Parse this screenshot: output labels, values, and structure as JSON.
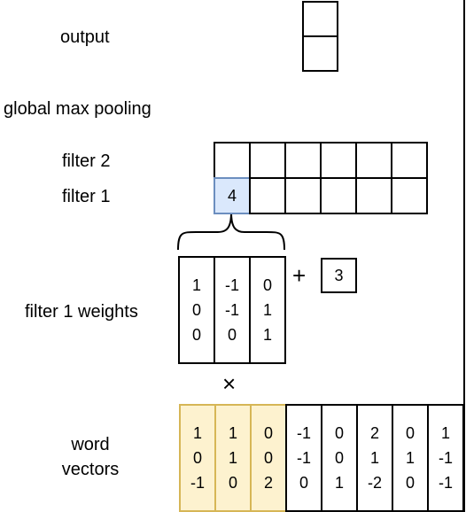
{
  "labels": {
    "output": "output",
    "global_max_pooling": "global max pooling",
    "filter2": "filter 2",
    "filter1": "filter 1",
    "filter1_weights": "filter 1 weights",
    "word_vectors_line1": "word",
    "word_vectors_line2": "vectors"
  },
  "filter1_first_value": "4",
  "bias": "3",
  "plus_symbol": "+",
  "times_symbol": "×",
  "weights": [
    [
      "1",
      "0",
      "0"
    ],
    [
      "-1",
      "-1",
      "0"
    ],
    [
      "0",
      "1",
      "1"
    ]
  ],
  "word_vectors": [
    [
      "1",
      "0",
      "-1"
    ],
    [
      "1",
      "1",
      "0"
    ],
    [
      "0",
      "0",
      "2"
    ],
    [
      "-1",
      "-1",
      "0"
    ],
    [
      "0",
      "0",
      "1"
    ],
    [
      "2",
      "1",
      "-2"
    ],
    [
      "0",
      "1",
      "0"
    ],
    [
      "1",
      "-1",
      "-1"
    ]
  ],
  "colors": {
    "highlight_cell_fill": "#dae8fc",
    "highlight_cell_border": "#6c8ebf",
    "window_fill": "#fdf2cf",
    "window_border": "#d6b656"
  }
}
